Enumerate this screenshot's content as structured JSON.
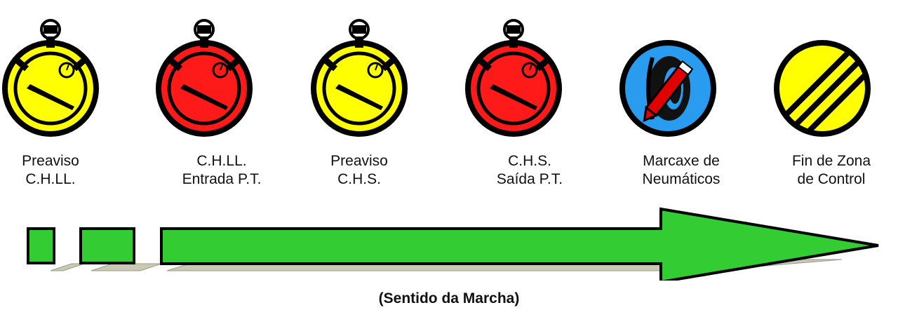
{
  "colors": {
    "yellow": "#ffff00",
    "red": "#ff1a1a",
    "blue": "#2a9cf0",
    "green": "#33cc33",
    "shadow": "#c9c9b4",
    "outline": "#000000"
  },
  "signs": [
    {
      "icon": "stopwatch-icon",
      "fill": "yellow",
      "line1": "Preaviso",
      "line2": "C.H.LL."
    },
    {
      "icon": "stopwatch-icon",
      "fill": "red",
      "line1": "C.H.LL.",
      "line2": "Entrada P.T."
    },
    {
      "icon": "stopwatch-icon",
      "fill": "yellow",
      "line1": "Preaviso",
      "line2": "C.H.S."
    },
    {
      "icon": "stopwatch-icon",
      "fill": "red",
      "line1": "C.H.S.",
      "line2": "Saída P.T."
    },
    {
      "icon": "tyre-crayon-icon",
      "fill": "blue",
      "line1": "Marcaxe de",
      "line2": "Neumáticos"
    },
    {
      "icon": "end-control-zone-icon",
      "fill": "yellow",
      "line1": "Fin de Zona",
      "line2": "de Control"
    }
  ],
  "direction_label": "(Sentido da Marcha)"
}
